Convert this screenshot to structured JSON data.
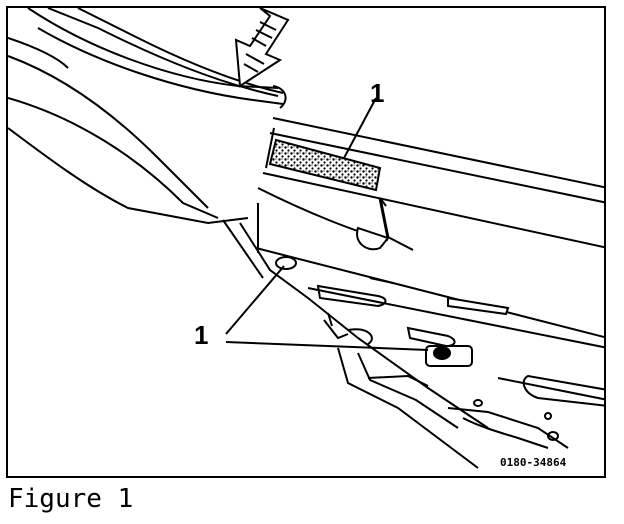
{
  "figure": {
    "callout_top": "1",
    "callout_bottom": "1",
    "part_number": "0180-34864",
    "caption": "Figure 1"
  },
  "colors": {
    "ink": "#000000",
    "paper": "#ffffff"
  },
  "icons": {
    "arrow": "down-arrow-icon"
  }
}
